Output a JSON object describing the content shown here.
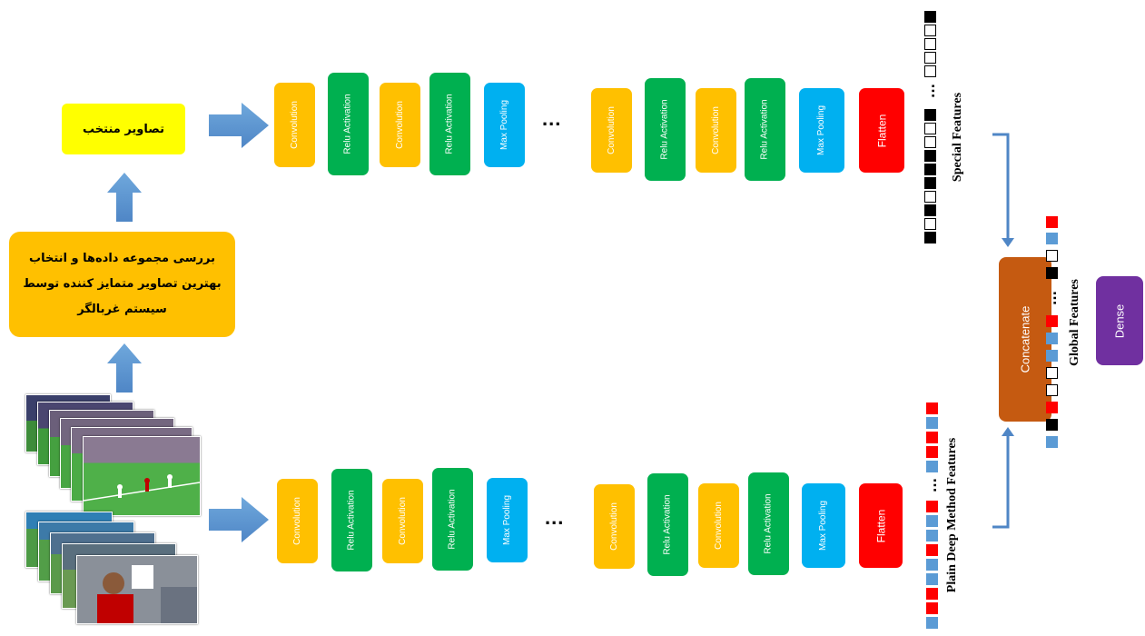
{
  "selected_images_label": "تصاویر منتخب",
  "review_box": {
    "line1": "بررسی مجموعه داده‌ها و انتخاب",
    "line2": "بهترین تصاویر متمایز کننده توسط",
    "line3": "سیستم غربالگر"
  },
  "layers": {
    "convolution": "Convolution",
    "relu": "Relu Activation",
    "max_pooling": "Max Pooling",
    "flatten": "Flatten"
  },
  "ellipsis": "...",
  "vector_ellipsis": "...",
  "special_features_label": "Special Features",
  "plain_features_label": "Plain Deep Method Features",
  "global_features_label": "Global Features",
  "concatenate_label": "Concatenate",
  "dense_label": "Dense",
  "colors": {
    "convolution": "#ffc000",
    "relu": "#00b050",
    "max_pooling": "#00b0f0",
    "flatten": "#ff0000",
    "concatenate": "#c55a11",
    "dense": "#7030a0",
    "arrow": "#5b9bd5",
    "selected_box": "#ffff00",
    "review_box": "#ffc000"
  }
}
